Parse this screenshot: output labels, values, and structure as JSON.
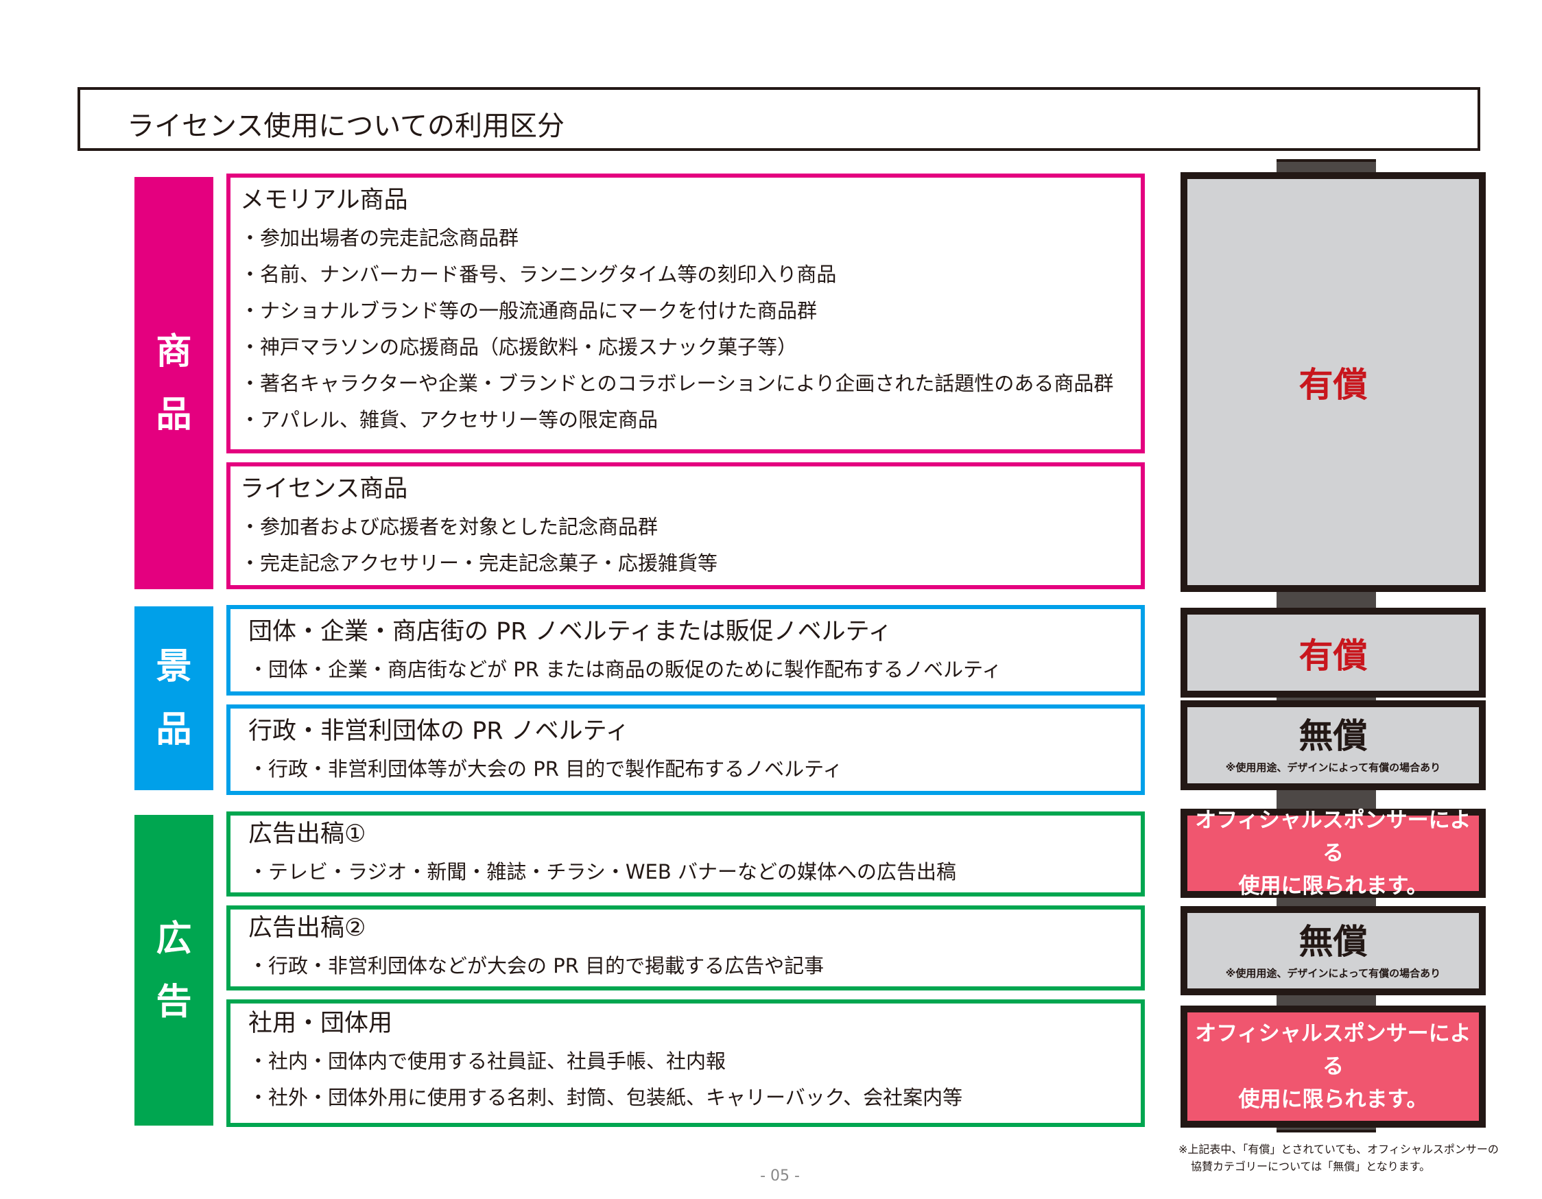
{
  "title": "ライセンス使用についての利用区分",
  "categories": [
    {
      "chars": [
        "商",
        "品"
      ],
      "color": "#e4007f"
    },
    {
      "chars": [
        "景",
        "品"
      ],
      "color": "#00a0e9"
    },
    {
      "chars": [
        "広",
        "告"
      ],
      "color": "#00a650"
    }
  ],
  "boxes": [
    {
      "heading": "メモリアル商品",
      "items": [
        "・参加出場者の完走記念商品群",
        "・名前、ナンバーカード番号、ランニングタイム等の刻印入り商品",
        "・ナショナルブランド等の一般流通商品にマークを付けた商品群",
        "・神戸マラソンの応援商品（応援飲料・応援スナック菓子等）",
        "・著名キャラクターや企業・ブランドとのコラボレーションにより企画された話題性のある商品群",
        "・アパレル、雑貨、アクセサリー等の限定商品"
      ]
    },
    {
      "heading": "ライセンス商品",
      "items": [
        "・参加者および応援者を対象とした記念商品群",
        "・完走記念アクセサリー・完走記念菓子・応援雑貨等"
      ]
    },
    {
      "heading": "団体・企業・商店街の PR ノベルティまたは販促ノベルティ",
      "items": [
        "・団体・企業・商店街などが PR または商品の販促のために製作配布するノベルティ"
      ]
    },
    {
      "heading": "行政・非営利団体の PR ノベルティ",
      "items": [
        "・行政・非営利団体等が大会の PR 目的で製作配布するノベルティ"
      ]
    },
    {
      "heading": "広告出稿①",
      "items": [
        "・テレビ・ラジオ・新聞・雑誌・チラシ・WEB バナーなどの媒体への広告出稿"
      ]
    },
    {
      "heading": "広告出稿②",
      "items": [
        "・行政・非営利団体などが大会の PR 目的で掲載する広告や記事"
      ]
    },
    {
      "heading": "社用・団体用",
      "items": [
        "・社内・団体内で使用する社員証、社員手帳、社内報",
        "・社外・団体外用に使用する名刺、封筒、包装紙、キャリーバック、会社案内等"
      ]
    }
  ],
  "fees": {
    "paid": "有償",
    "free": "無償",
    "free_note": "※使用用途、デザインによって有償の場合あり",
    "sponsor_line1": "オフィシャルスポンサーによる",
    "sponsor_line2": "使用に限られます。"
  },
  "footnote": [
    "※上記表中、「有償」とされていても、オフィシャルスポンサーの",
    "協賛カテゴリーについては「無償」となります。"
  ],
  "page_number": "- 05 -",
  "colors": {
    "pink": "#e4007f",
    "blue": "#00a0e9",
    "green": "#00a650",
    "paid_text": "#c8161d",
    "sponsor_bg": "#f0566f",
    "fee_bg": "#d1d2d4"
  }
}
